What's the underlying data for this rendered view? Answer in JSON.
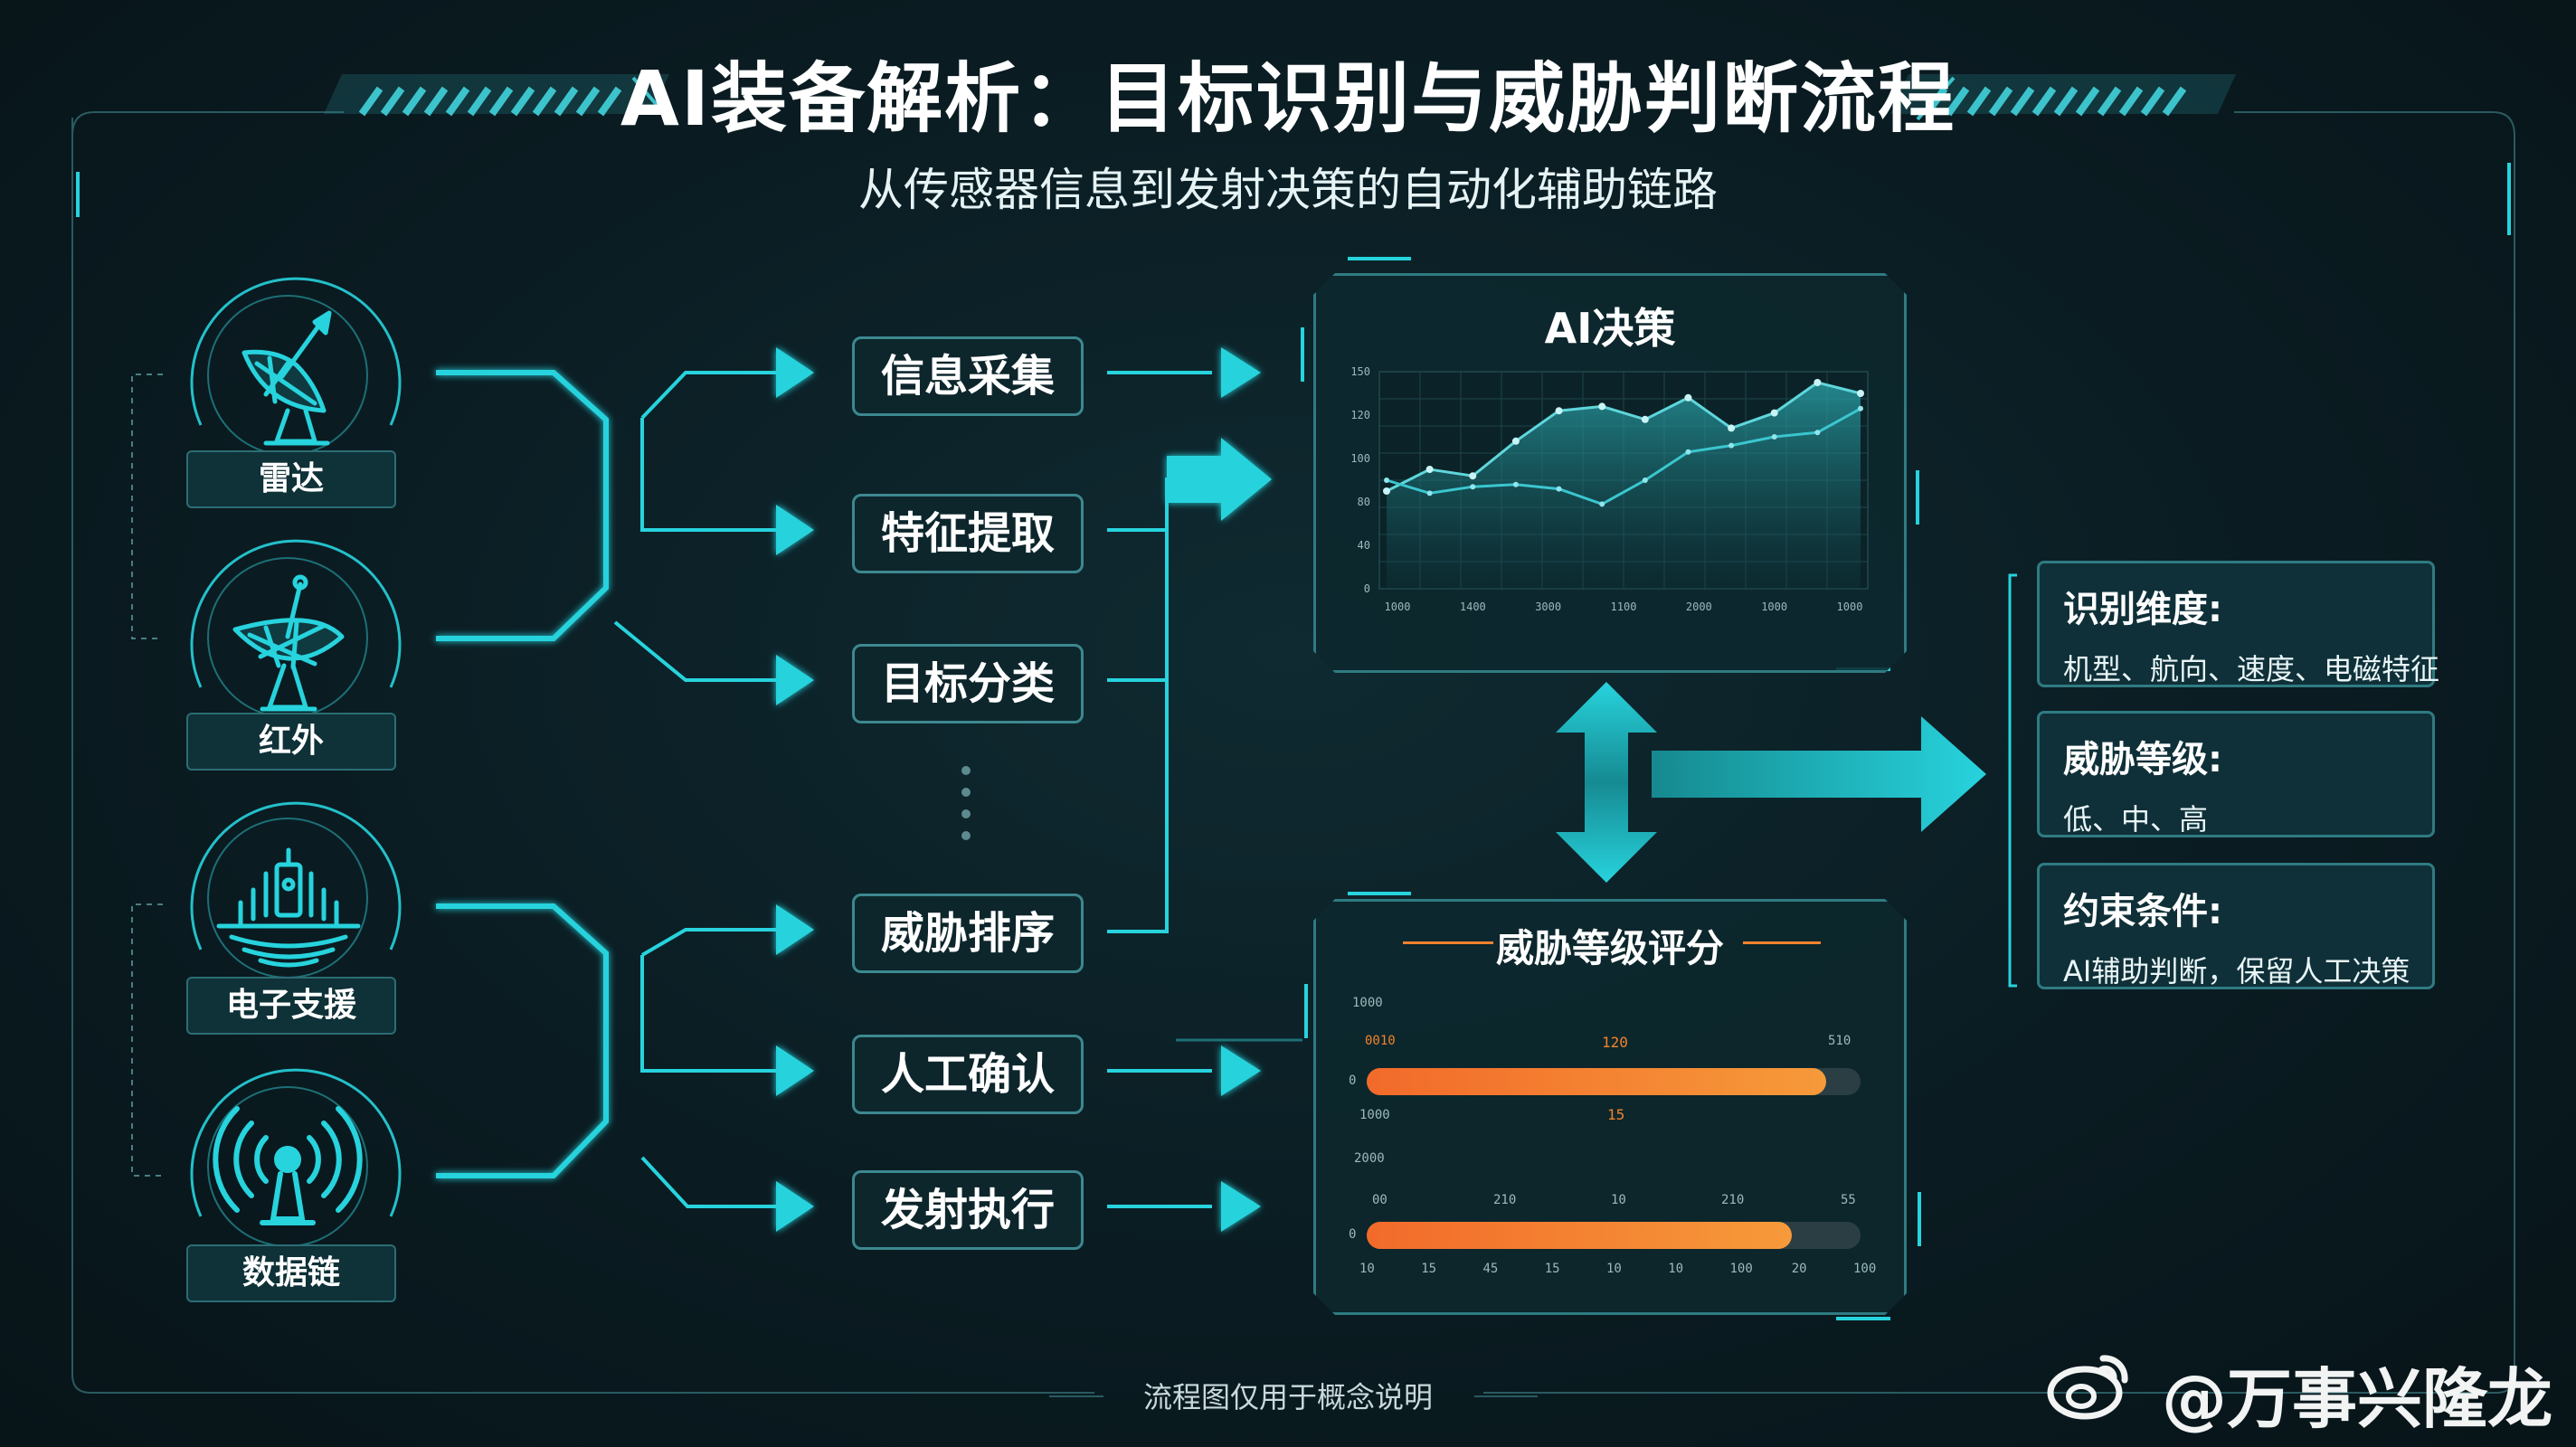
{
  "header": {
    "title": "AI装备解析：目标识别与威胁判断流程",
    "subtitle": "从传感器信息到发射决策的自动化辅助链路"
  },
  "sensors": [
    {
      "label": "雷达",
      "icon": "radar-dish-icon"
    },
    {
      "label": "红外",
      "icon": "infrared-dish-icon"
    },
    {
      "label": "电子支援",
      "icon": "electronic-support-icon"
    },
    {
      "label": "数据链",
      "icon": "datalink-antenna-icon"
    }
  ],
  "steps": [
    "信息采集",
    "特征提取",
    "目标分类",
    "威胁排序",
    "人工确认",
    "发射执行"
  ],
  "ai_panel": {
    "title": "AI决策",
    "y_ticks": [
      "150",
      "120",
      "100",
      "80",
      "40",
      "0"
    ],
    "x_ticks": [
      "1000",
      "1400",
      "3000",
      "1100",
      "2000",
      "1000",
      "1000"
    ],
    "series_area": [
      0.55,
      0.45,
      0.48,
      0.32,
      0.18,
      0.16,
      0.22,
      0.12,
      0.26,
      0.19,
      0.05,
      0.1
    ],
    "series_line": [
      0.5,
      0.56,
      0.53,
      0.52,
      0.54,
      0.61,
      0.5,
      0.37,
      0.34,
      0.3,
      0.28,
      0.17
    ]
  },
  "threat_panel": {
    "title": "威胁等级评分",
    "bar1": {
      "fill": 0.93,
      "labels": [
        "0010",
        "120",
        "510"
      ],
      "left_small": "0",
      "caption_top": "1000",
      "under_value": "15"
    },
    "mid_labels": [
      "1000",
      "2000"
    ],
    "bar2": {
      "fill": 0.86,
      "labels": [
        "00",
        "210",
        "10",
        "210",
        "55"
      ],
      "left_small": "0"
    },
    "bottom_ticks": [
      "10",
      "15",
      "45",
      "15",
      "10",
      "10",
      "100",
      "20",
      "100"
    ]
  },
  "info_cards": [
    {
      "head": "识别维度:",
      "body": "机型、航向、速度、电磁特征"
    },
    {
      "head": "威胁等级:",
      "body": "低、中、高"
    },
    {
      "head": "约束条件:",
      "body": "AI辅助判断，保留人工决策"
    }
  ],
  "footer": "流程图仅用于概念说明",
  "watermark": "@万事兴隆龙",
  "colors": {
    "accent": "#27d3dd",
    "orange": "#f2822d",
    "panel_border": "#2f7b82"
  }
}
